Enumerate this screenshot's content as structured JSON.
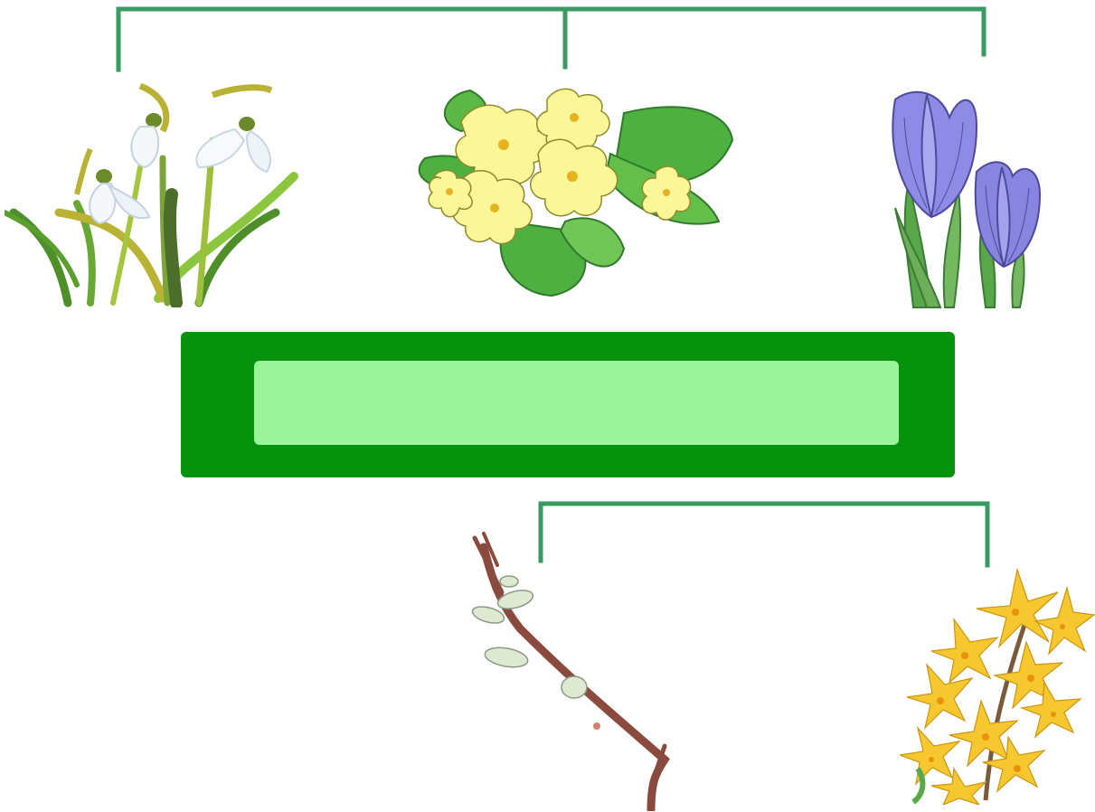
{
  "colors": {
    "connector": "#3a9a62",
    "title_outer": "#06920c",
    "title_inner": "#9bf39a"
  },
  "title": {
    "text": ""
  },
  "plants": [
    {
      "name": "snowdrop",
      "icon": "snowdrop-icon"
    },
    {
      "name": "primrose",
      "icon": "primrose-icon"
    },
    {
      "name": "crocus",
      "icon": "crocus-icon"
    },
    {
      "name": "willow-branch",
      "icon": "willow-branch-icon"
    },
    {
      "name": "forsythia",
      "icon": "forsythia-icon"
    }
  ]
}
